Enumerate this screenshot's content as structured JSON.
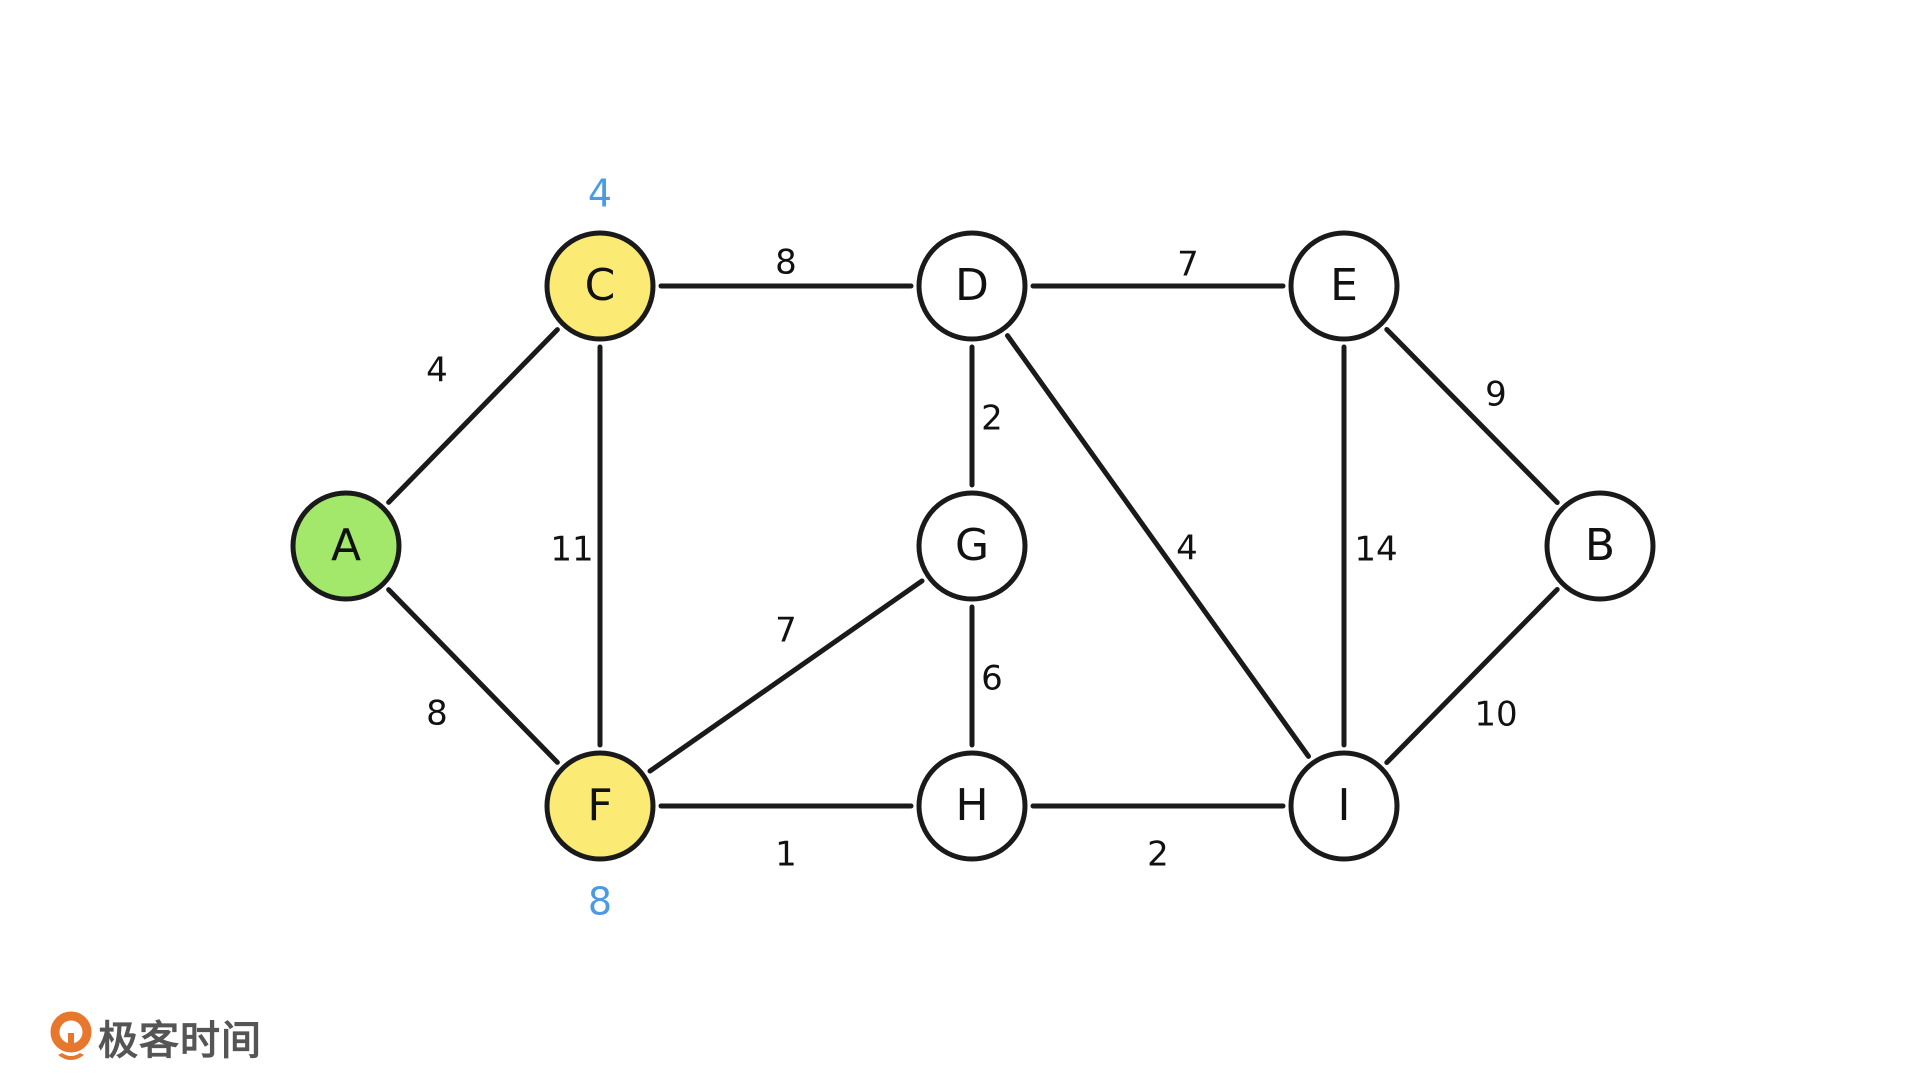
{
  "diagram": {
    "type": "weighted-undirected-graph",
    "colors": {
      "start": "#a3e86a",
      "visited": "#fbea74",
      "default": "#ffffff",
      "distance_label": "#4a9be3",
      "stroke": "#1a1a1a"
    },
    "nodes": [
      {
        "id": "A",
        "label": "A",
        "state": "start"
      },
      {
        "id": "C",
        "label": "C",
        "state": "visited",
        "distance": "4"
      },
      {
        "id": "D",
        "label": "D",
        "state": "default"
      },
      {
        "id": "E",
        "label": "E",
        "state": "default"
      },
      {
        "id": "G",
        "label": "G",
        "state": "default"
      },
      {
        "id": "B",
        "label": "B",
        "state": "default"
      },
      {
        "id": "F",
        "label": "F",
        "state": "visited",
        "distance": "8"
      },
      {
        "id": "H",
        "label": "H",
        "state": "default"
      },
      {
        "id": "I",
        "label": "I",
        "state": "default"
      }
    ],
    "edges": [
      {
        "from": "A",
        "to": "C",
        "weight": "4"
      },
      {
        "from": "A",
        "to": "F",
        "weight": "8"
      },
      {
        "from": "C",
        "to": "D",
        "weight": "8"
      },
      {
        "from": "C",
        "to": "F",
        "weight": "11"
      },
      {
        "from": "D",
        "to": "E",
        "weight": "7"
      },
      {
        "from": "D",
        "to": "G",
        "weight": "2"
      },
      {
        "from": "D",
        "to": "I",
        "weight": "4"
      },
      {
        "from": "E",
        "to": "I",
        "weight": "14"
      },
      {
        "from": "E",
        "to": "B",
        "weight": "9"
      },
      {
        "from": "G",
        "to": "F",
        "weight": "7"
      },
      {
        "from": "G",
        "to": "H",
        "weight": "6"
      },
      {
        "from": "F",
        "to": "H",
        "weight": "1"
      },
      {
        "from": "H",
        "to": "I",
        "weight": "2"
      },
      {
        "from": "I",
        "to": "B",
        "weight": "10"
      }
    ]
  },
  "logo": {
    "text": "极客时间",
    "icon": "geektime-logo-icon",
    "color": "#e8772e"
  }
}
